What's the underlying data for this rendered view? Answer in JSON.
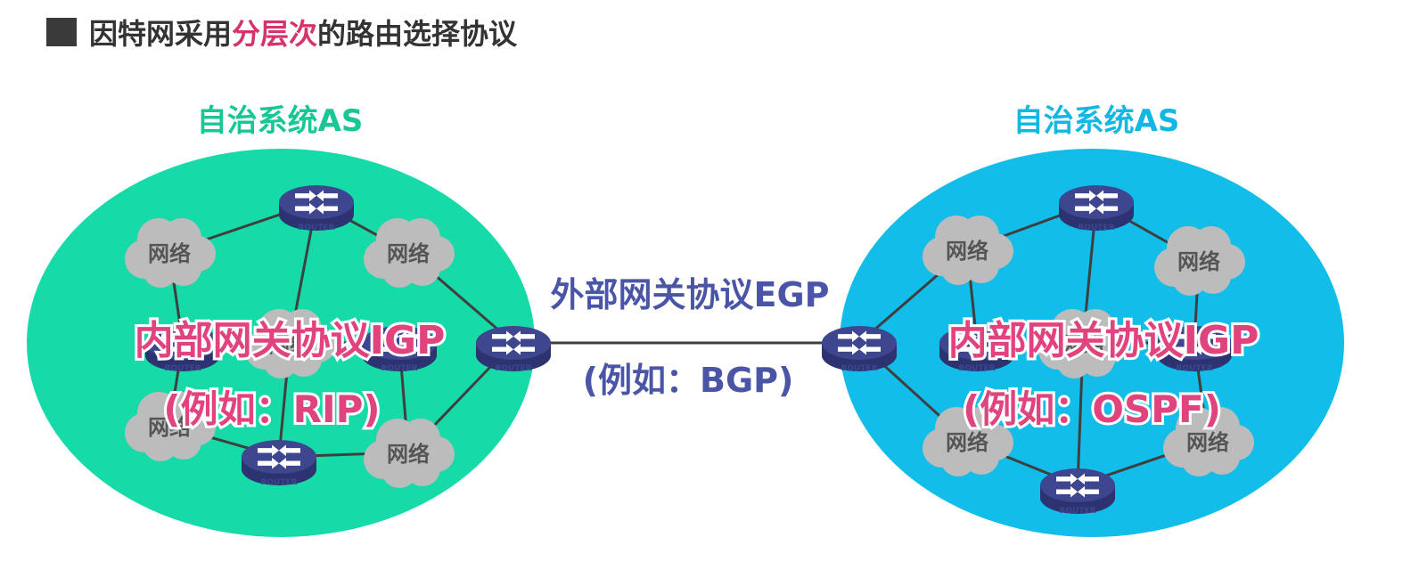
{
  "title": {
    "prefix": "因特网采用",
    "highlight": "分层次",
    "suffix": "的路由选择协议"
  },
  "colors": {
    "as_left": "#16dba8",
    "as_right": "#13bde9",
    "as_left_label": "#18c795",
    "as_right_label": "#11b8e3",
    "igp_text": "#e0437e",
    "egp_text": "#4a55a6",
    "cloud": "#bcbcbc",
    "router_body": "#3d468f",
    "link": "#3f3f3f",
    "title_highlight": "#d6336c"
  },
  "left_as": {
    "label": "自治系统AS",
    "igp_label": "内部网关协议IGP",
    "igp_example": "(例如：RIP)",
    "network_label": "网络",
    "router_label": "ROUTER"
  },
  "right_as": {
    "label": "自治系统AS",
    "igp_label": "内部网关协议IGP",
    "igp_example": "(例如：OSPF)",
    "network_label": "网络",
    "router_label": "ROUTER"
  },
  "egp": {
    "label": "外部网关协议EGP",
    "example": "(例如：BGP)"
  }
}
